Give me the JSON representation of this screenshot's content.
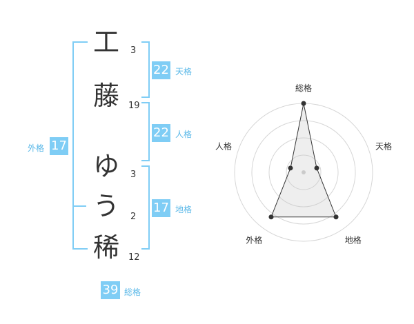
{
  "name": {
    "chars": [
      {
        "char": "工",
        "strokes": "3"
      },
      {
        "char": "藤",
        "strokes": "19"
      },
      {
        "char": "ゆ",
        "strokes": "3"
      },
      {
        "char": "う",
        "strokes": "2"
      },
      {
        "char": "稀",
        "strokes": "12"
      }
    ]
  },
  "fortune": {
    "tenkaku": {
      "value": "22",
      "label": "天格"
    },
    "jinkaku": {
      "value": "22",
      "label": "人格"
    },
    "chikaku": {
      "value": "17",
      "label": "地格"
    },
    "gaikaku": {
      "value": "17",
      "label": "外格"
    },
    "soukaku": {
      "value": "39",
      "label": "総格"
    }
  },
  "colors": {
    "accent": "#7fcdf5",
    "accent_text": "#5ab8e8"
  },
  "chart_data": {
    "type": "radar",
    "axes": [
      "総格",
      "天格",
      "地格",
      "外格",
      "人格"
    ],
    "values": [
      5,
      1,
      4,
      4,
      1
    ],
    "max": 5,
    "rings": 4
  }
}
